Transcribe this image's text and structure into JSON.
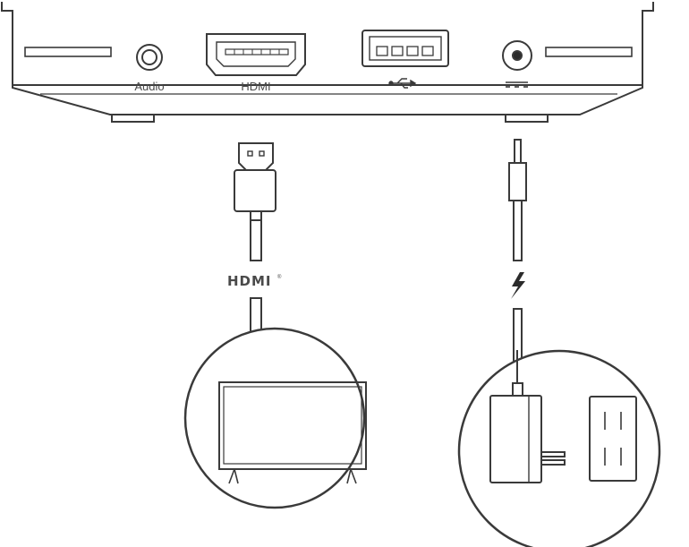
{
  "ports": {
    "audio_label": "Audio",
    "hdmi_label": "HDMI"
  },
  "cables": {
    "hdmi_logo": "HDMI",
    "hdmi_logo_mark": "®"
  },
  "icons": {
    "usb": "usb-icon",
    "dc_power": "dc-power-icon",
    "power_bolt": "lightning-bolt-icon",
    "tv": "tv-icon",
    "adapter": "power-adapter-icon",
    "outlet": "wall-outlet-icon"
  },
  "colors": {
    "stroke": "#3a3a3a",
    "fill": "#ffffff",
    "dark": "#2b2b2b"
  }
}
